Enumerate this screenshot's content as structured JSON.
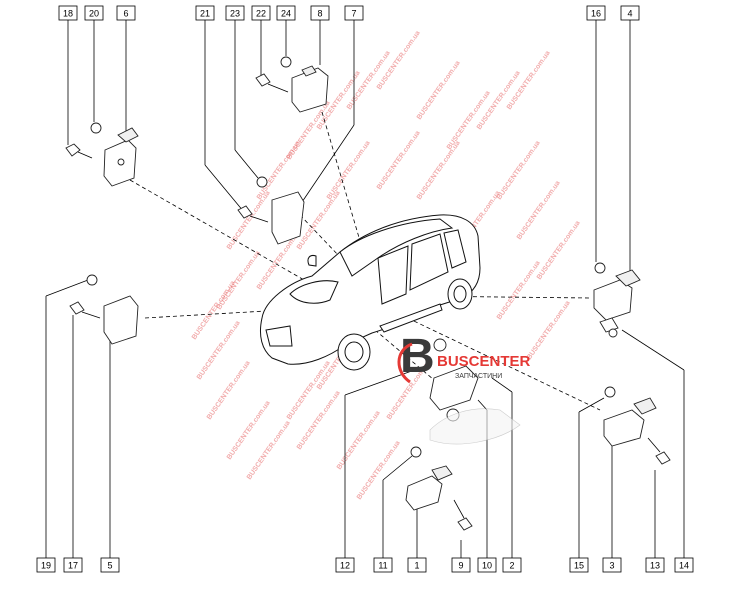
{
  "callouts_top": [
    "18",
    "20",
    "6",
    "21",
    "23",
    "22",
    "24",
    "8",
    "7",
    "16",
    "4"
  ],
  "callouts_bottom": [
    "19",
    "17",
    "5",
    "12",
    "11",
    "1",
    "9",
    "10",
    "2",
    "15",
    "3",
    "13",
    "14"
  ],
  "logo": {
    "letter": "B",
    "name": "BUSCENTER",
    "tagline": "ЗАПЧАСТИНИ"
  },
  "watermark": "BUSCENTER.com.ua",
  "colors": {
    "logo_red": "#e53935",
    "logo_dark": "#3a3a3a",
    "watermark": "#e24a4a"
  }
}
